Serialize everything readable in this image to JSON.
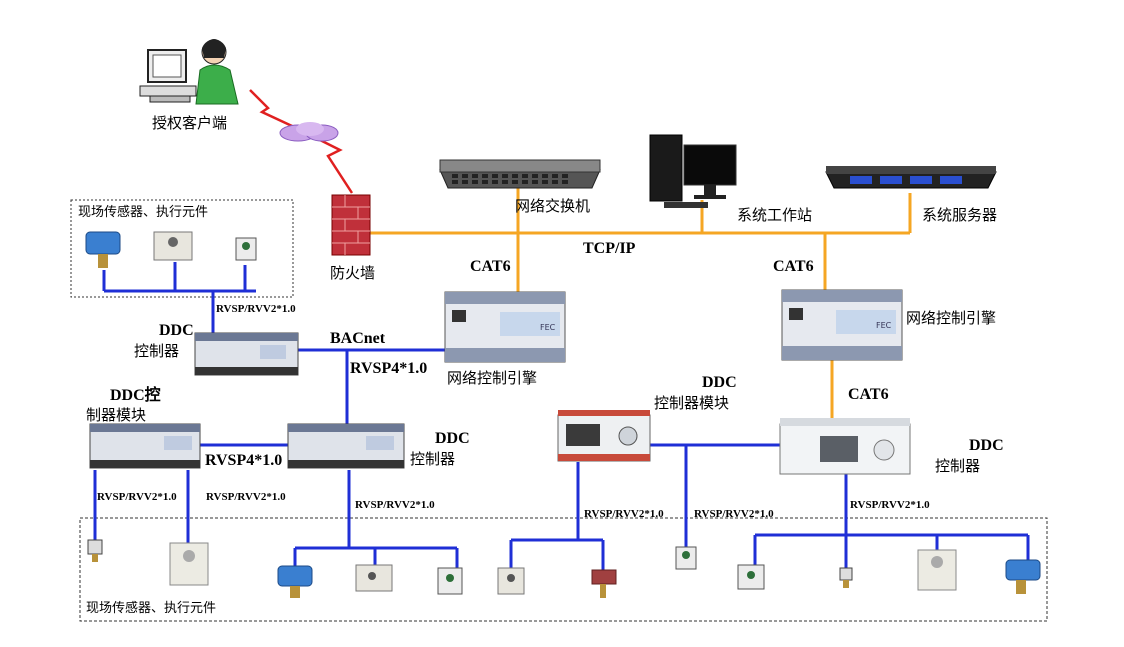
{
  "colors": {
    "ethernet": "#f5a623",
    "fieldbus": "#1f2fd6",
    "lightning": "#e02020",
    "firewall": "#c0303a"
  },
  "labels": {
    "client": "授权客户端",
    "switch": "网络交换机",
    "workstation": "系统工作站",
    "server": "系统服务器",
    "firewall": "防火墙",
    "tcpip": "TCP/IP",
    "cat6_left": "CAT6",
    "cat6_right": "CAT6",
    "cat6_lower": "CAT6",
    "field_top": "现场传感器、执行元件",
    "field_bottom": "现场传感器、执行元件",
    "bus_top": "RVSP/RVV2*1.0",
    "ddc1_a": "DDC",
    "ddc1_b": "控制器",
    "bacnet": "BACnet",
    "rvsp4_a": "RVSP4*1.0",
    "nce_left": "网络控制引擎",
    "nce_right": "网络控制引擎",
    "ddc_mod_a": "DDC控",
    "ddc_mod_b": "制器模块",
    "rvsp4_b": "RVSP4*1.0",
    "ddc2_a": "DDC",
    "ddc2_b": "控制器",
    "ddc3_a": "DDC",
    "ddc3_b": "控制器模块",
    "ddc4_a": "DDC",
    "ddc4_b": "控制器",
    "bus_1": "RVSP/RVV2*1.0",
    "bus_2": "RVSP/RVV2*1.0",
    "bus_3": "RVSP/RVV2*1.0",
    "bus_4": "RVSP/RVV2*1.0",
    "bus_5": "RVSP/RVV2*1.0",
    "bus_6": "RVSP/RVV2*1.0"
  },
  "device_text": {
    "nce_brand": "FEC"
  }
}
